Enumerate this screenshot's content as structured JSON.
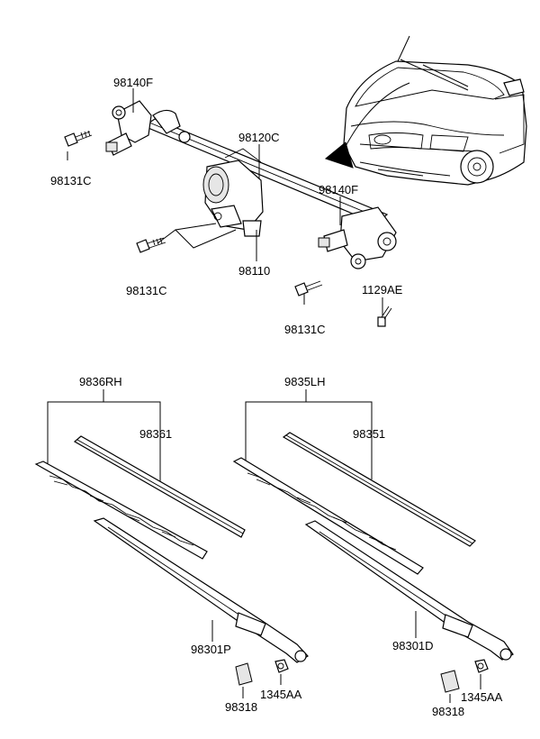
{
  "labels": {
    "p98140F_top": "98140F",
    "p98131C_left": "98131C",
    "p98120C": "98120C",
    "p98140F_right": "98140F",
    "p98131C_mid": "98131C",
    "p98110": "98110",
    "p1129AE": "1129AE",
    "p98131C_low": "98131C",
    "p9836RH": "9836RH",
    "p98361": "98361",
    "p9835LH": "9835LH",
    "p98351": "98351",
    "p98301P": "98301P",
    "p98301D": "98301D",
    "p98318_left": "98318",
    "p1345AA_left": "1345AA",
    "p98318_right": "98318",
    "p1345AA_right": "1345AA"
  }
}
